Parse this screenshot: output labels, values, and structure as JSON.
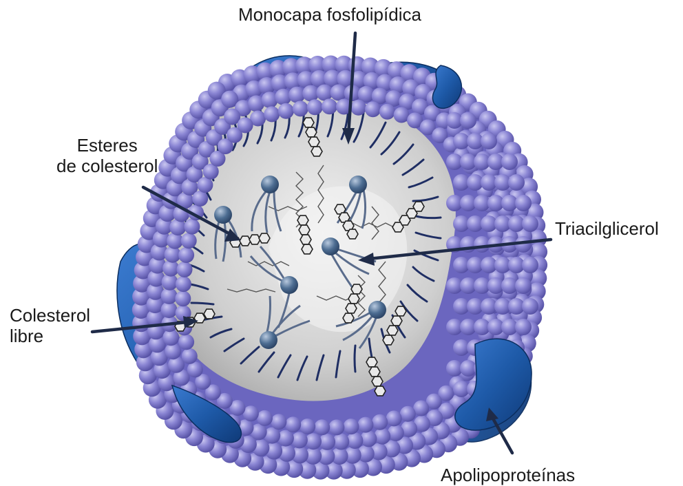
{
  "labels": {
    "monocapa": "Monocapa fosfolipídica",
    "esteres_line1": "Esteres",
    "esteres_line2": "de colesterol",
    "triacilglicerol": "Triacilglicerol",
    "colesterol_line1": "Colesterol",
    "colesterol_line2": "libre",
    "apolipoproteinas": "Apolipoproteínas"
  },
  "colors": {
    "phospholipid_head": "#8b86d4",
    "phospholipid_head_dark": "#5d59ad",
    "lipid_tail": "#1f2e63",
    "apolipoprotein": "#1e5aa8",
    "apolipoprotein_dark": "#0f3a78",
    "core": "#cfcfcf",
    "cholesterol_ester_head": "#4d6d92",
    "leader_line": "#1f2b48"
  },
  "icons": {
    "cholesterol": "hexagon-ring-chain",
    "phospholipid": "sphere-with-twin-tails"
  }
}
